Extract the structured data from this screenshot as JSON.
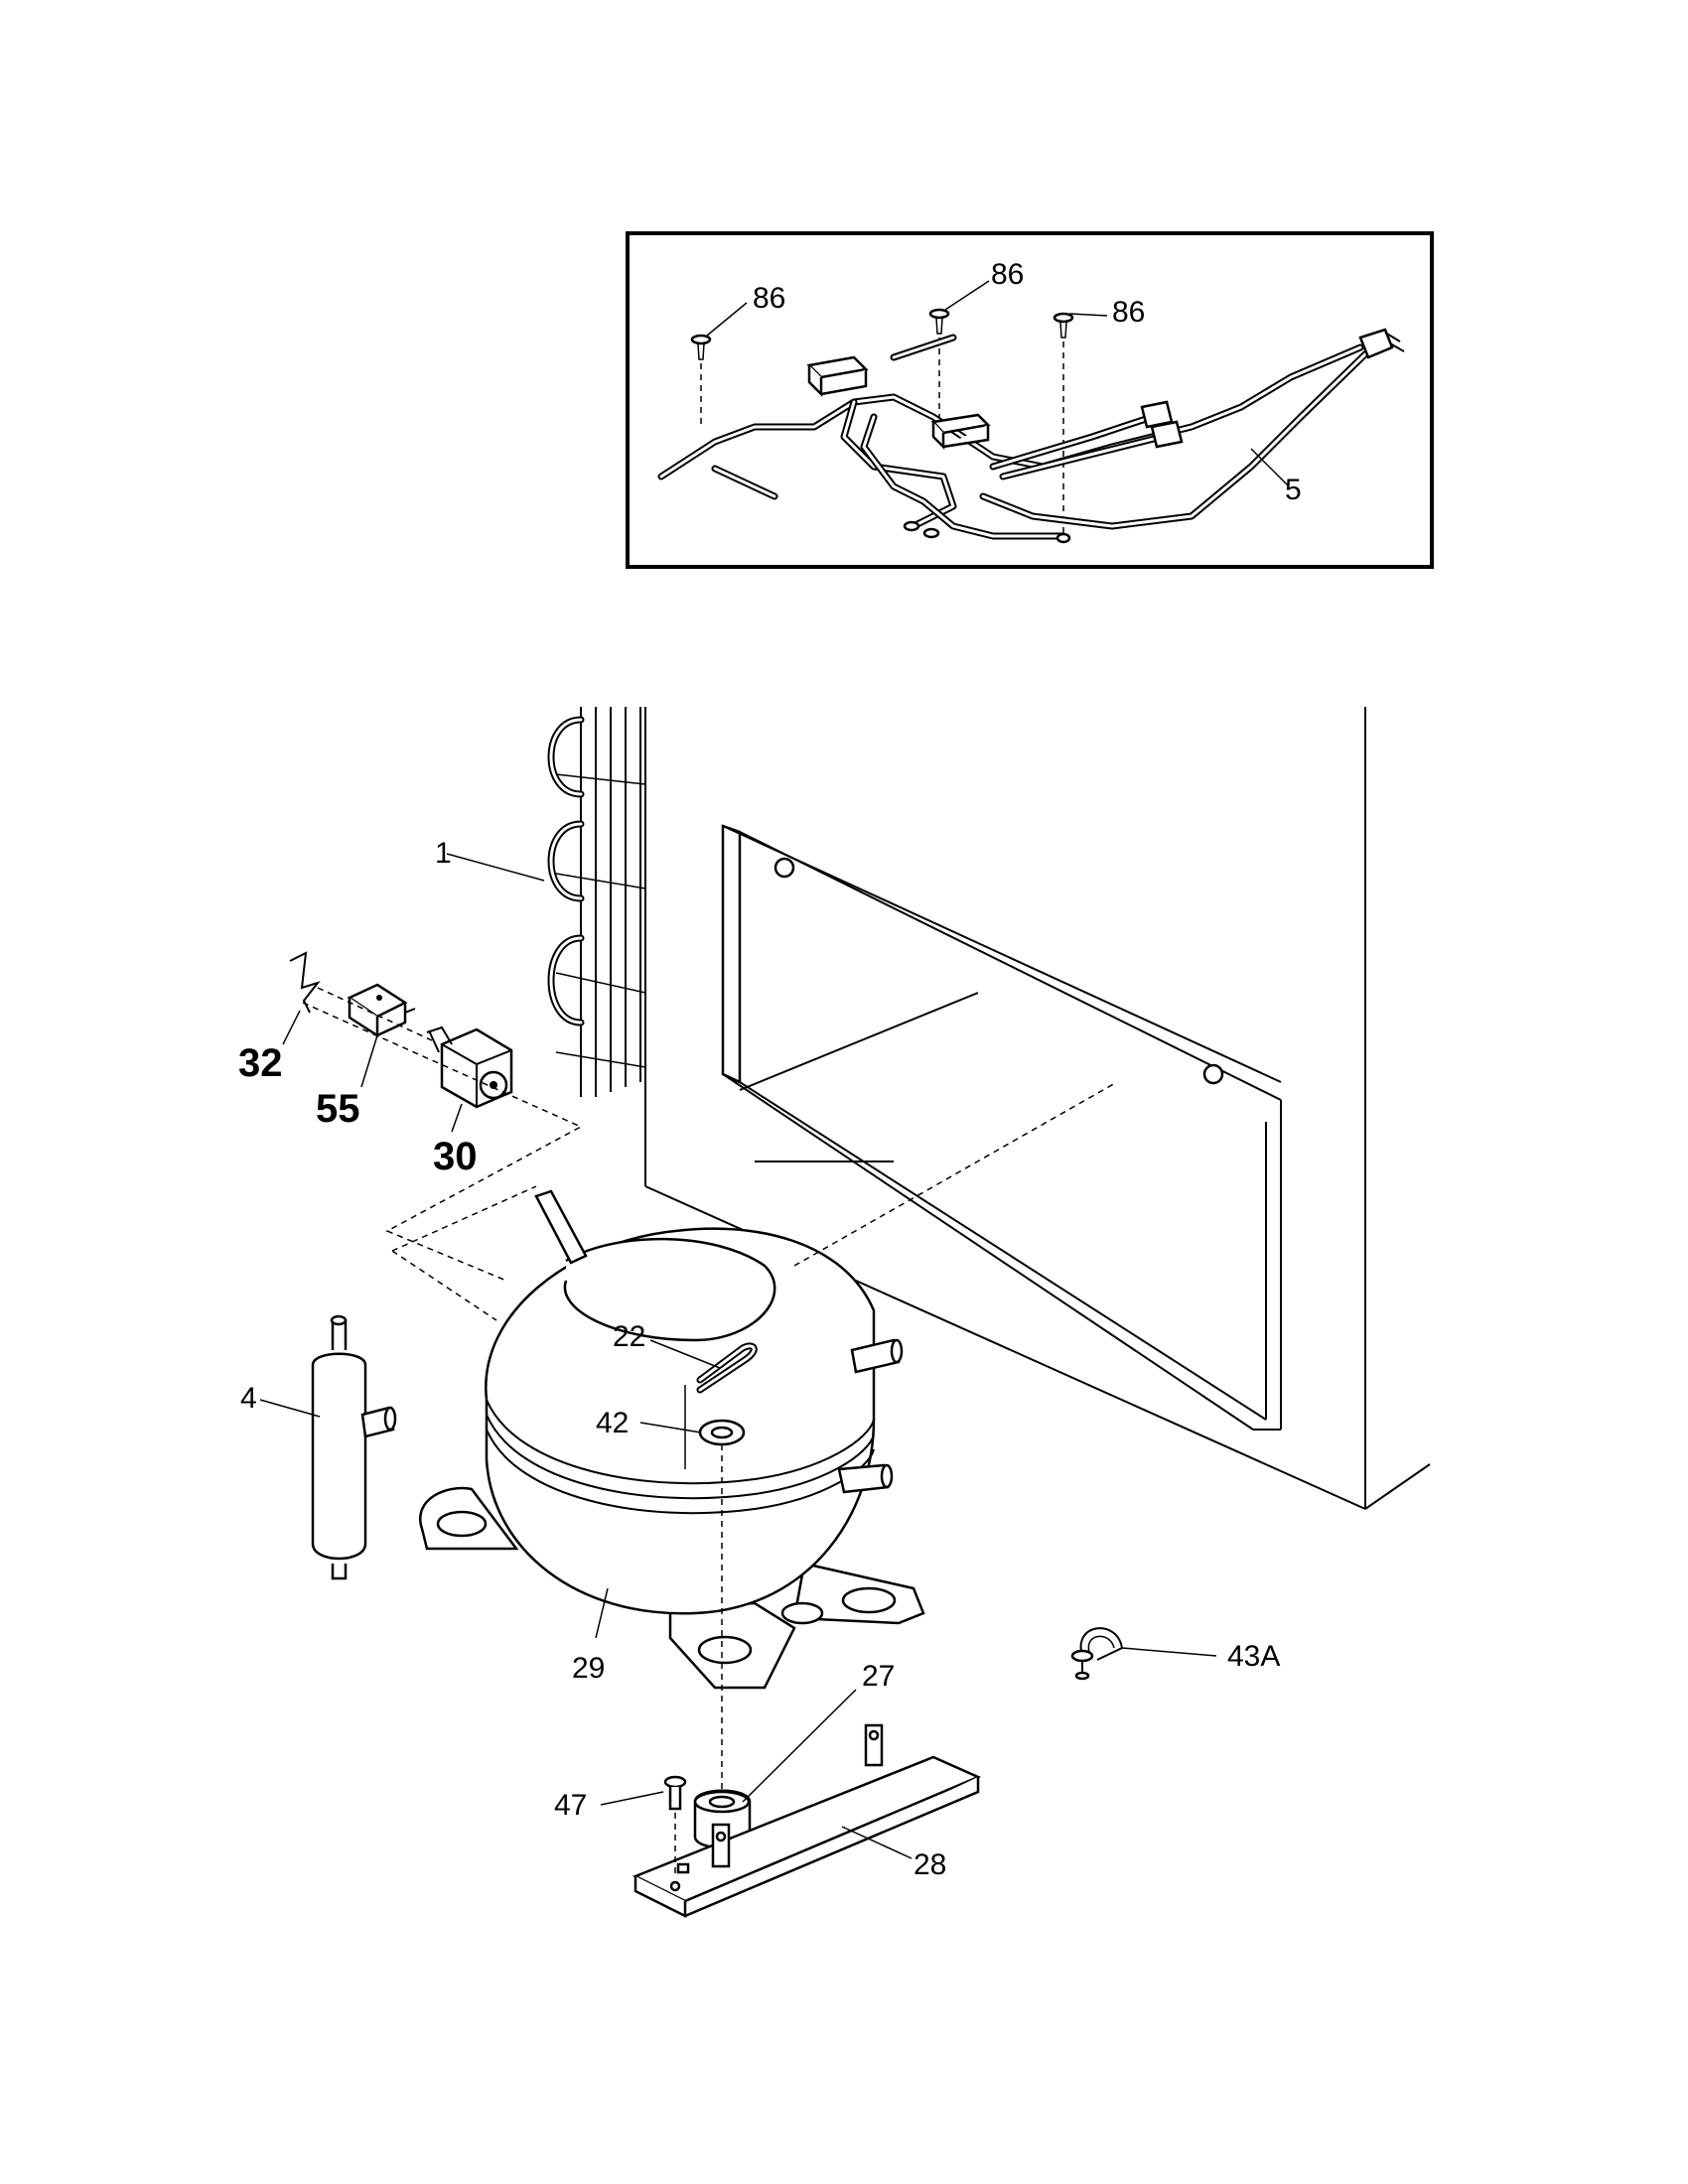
{
  "callouts": {
    "screw_a": "86",
    "screw_b": "86",
    "screw_c": "86",
    "harness": "5",
    "condenser": "1",
    "clip": "32",
    "overload": "55",
    "relay": "30",
    "tube": "22",
    "drier": "4",
    "grommet": "42",
    "compressor": "29",
    "mount": "27",
    "screw_d": "47",
    "bracket": "28",
    "clamp": "43A"
  }
}
